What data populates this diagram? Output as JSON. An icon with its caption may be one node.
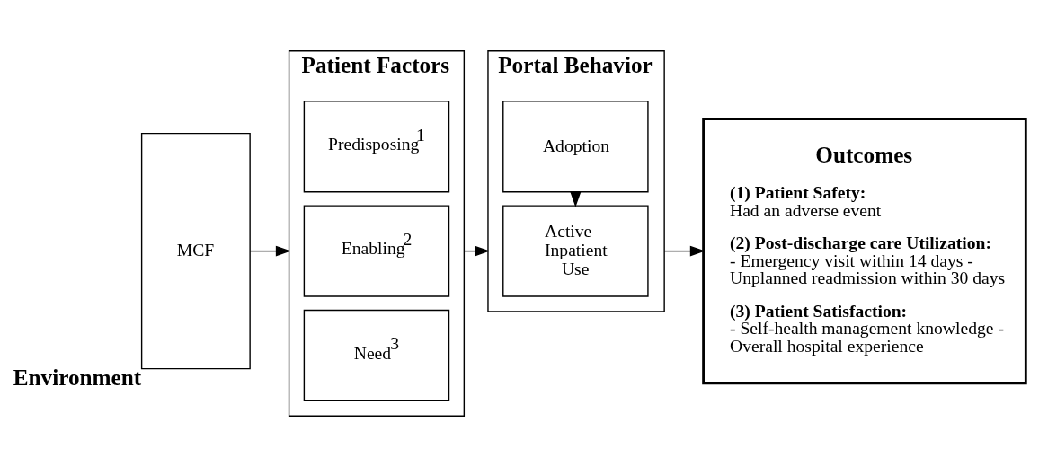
{
  "diagram": {
    "nodes": [
      {
        "text": [
          "MCF"
        ],
        "beside": [
          "Environment"
        ]
      },
      {
        "text": [
          "Patient Factors"
        ]
      },
      {
        "text": [
          "Predisposing$^{1}$"
        ],
        "in": 1
      },
      {
        "text": [
          "Enabling$^{2}$"
        ],
        "in": 1
      },
      {
        "text": [
          "Need$^{3}$"
        ],
        "in": 1
      },
      {
        "text": [
          "Portal Behavior"
        ]
      },
      {
        "text": [
          "Adoption"
        ],
        "in": 5
      },
      {
        "text": [
          "Active Inpatient Use"
        ],
        "in": 5
      },
      {
        "text": [
          "Outcomes",
          "**(1) Patient Safety:** Had an adverse event",
          "**(2) Post-discharge care Utilization:** - Emergency visit within 14 days - Unplanned readmission within 30 days",
          "**(3) Patient Satisfaction:** - Self-health management knowledge - Overall hospital experience"
        ]
      }
    ],
    "edges": [
      {
        "from": 0,
        "to": 1,
        "arrow": "to"
      },
      {
        "from": 1,
        "to": 5,
        "arrow": "to"
      },
      {
        "from": 6,
        "to": 7,
        "arrow": "to"
      },
      {
        "from": 5,
        "to": 8,
        "arrow": "to"
      }
    ]
  }
}
